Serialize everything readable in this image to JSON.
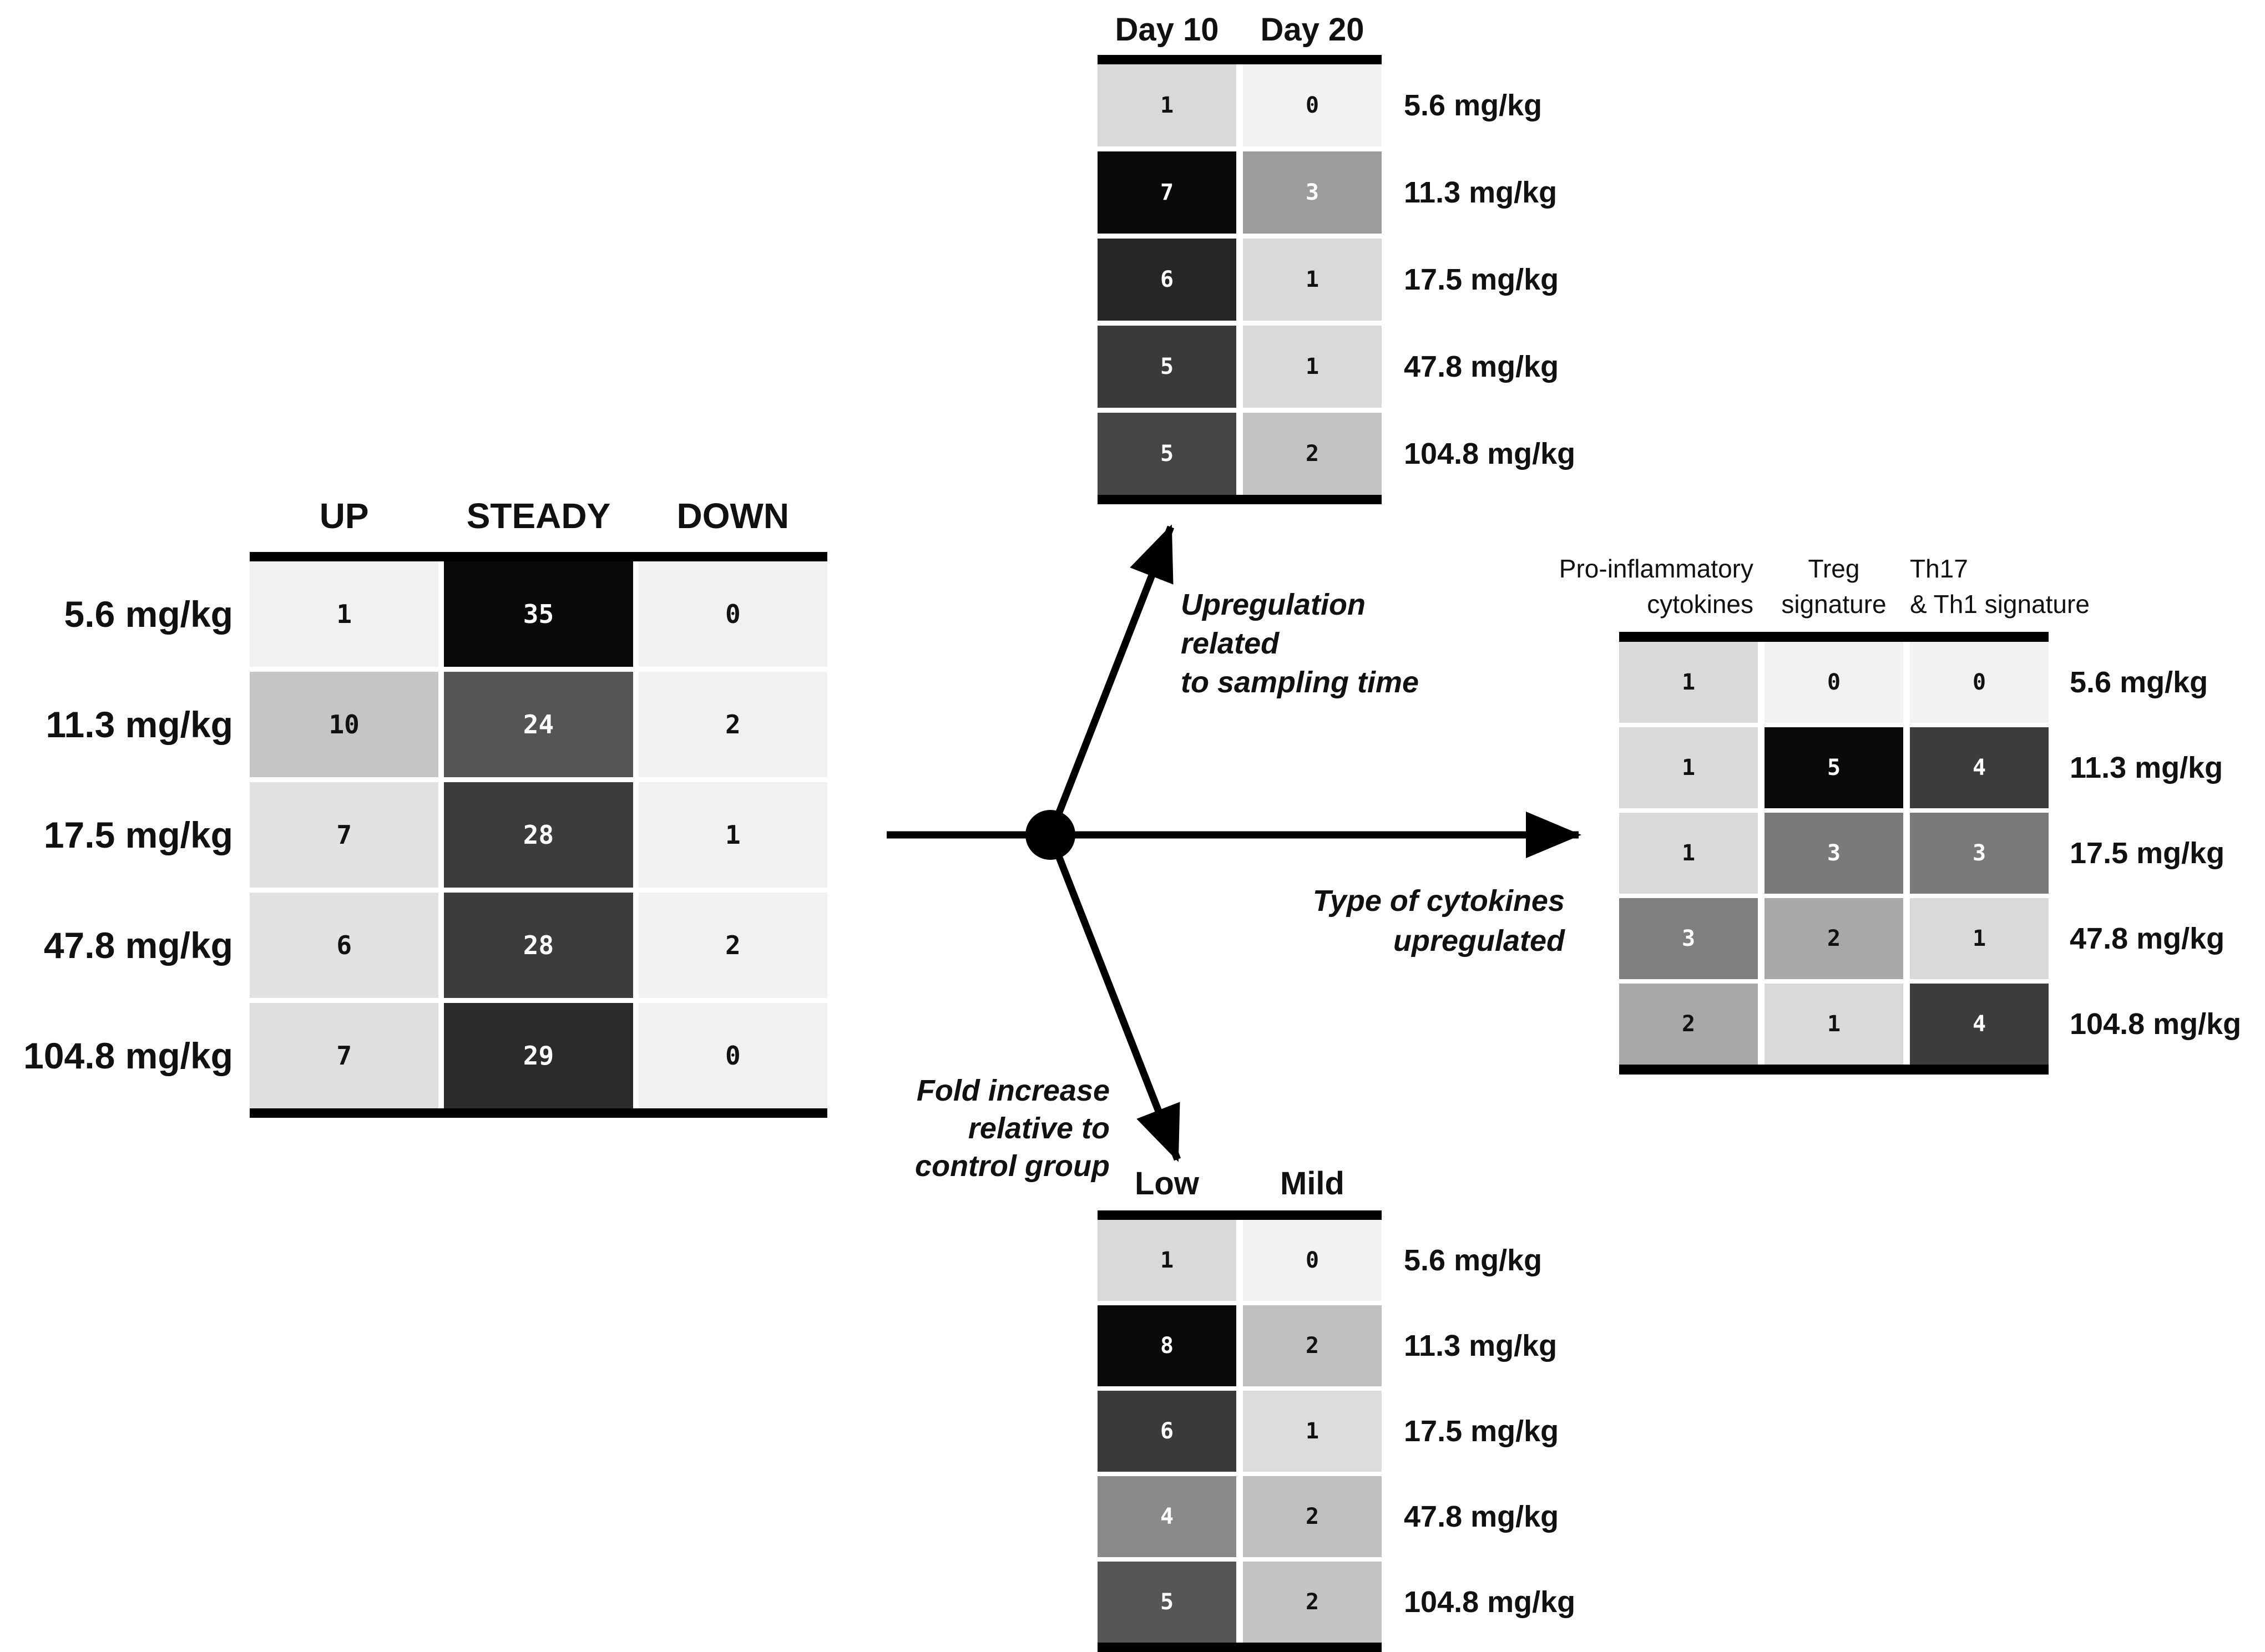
{
  "figure": {
    "background": "#ffffff",
    "line_color": "#000000"
  },
  "annotations": {
    "upregulation_label": "Upregulation\nrelated\nto sampling time",
    "type_label": "Type of cytokines\nupregulated",
    "fold_label": "Fold increase\nrelative to\ncontrol group"
  },
  "chart_data": [
    {
      "id": "expression-regulation",
      "type": "heatmap",
      "columns": [
        "UP",
        "STEADY",
        "DOWN"
      ],
      "rows": [
        "5.6 mg/kg",
        "11.3 mg/kg",
        "17.5 mg/kg",
        "47.8 mg/kg",
        "104.8 mg/kg"
      ],
      "values": [
        [
          1,
          35,
          0
        ],
        [
          10,
          24,
          2
        ],
        [
          7,
          28,
          1
        ],
        [
          6,
          28,
          2
        ],
        [
          7,
          29,
          0
        ]
      ],
      "cell_colors": [
        [
          "#f1f1f1",
          "#0a0a0a",
          "#f1f1f1"
        ],
        [
          "#c5c5c5",
          "#555555",
          "#f1f1f1"
        ],
        [
          "#e2e2e2",
          "#3c3c3c",
          "#f1f1f1"
        ],
        [
          "#e2e2e2",
          "#3c3c3c",
          "#f1f1f1"
        ],
        [
          "#dfdfdf",
          "#2b2b2b",
          "#f1f1f1"
        ]
      ]
    },
    {
      "id": "upregulation-by-sampling-time",
      "type": "heatmap",
      "columns": [
        "Day 10",
        "Day 20"
      ],
      "rows": [
        "5.6 mg/kg",
        "11.3 mg/kg",
        "17.5 mg/kg",
        "47.8 mg/kg",
        "104.8 mg/kg"
      ],
      "values": [
        [
          1,
          0
        ],
        [
          7,
          3
        ],
        [
          6,
          1
        ],
        [
          5,
          1
        ],
        [
          5,
          2
        ]
      ],
      "cell_colors": [
        [
          "#d9d9d9",
          "#f2f2f2"
        ],
        [
          "#0a0a0a",
          "#9c9c9c"
        ],
        [
          "#262626",
          "#d9d9d9"
        ],
        [
          "#3a3a3a",
          "#d9d9d9"
        ],
        [
          "#454545",
          "#c3c3c3"
        ]
      ]
    },
    {
      "id": "type-of-cytokines-upregulated",
      "type": "heatmap",
      "columns": [
        "Pro-inflammatory\ncytokines",
        "Treg\nsignature",
        "Th17\n& Th1 signature"
      ],
      "rows": [
        "5.6 mg/kg",
        "11.3 mg/kg",
        "17.5 mg/kg",
        "47.8 mg/kg",
        "104.8 mg/kg"
      ],
      "values": [
        [
          1,
          0,
          0
        ],
        [
          1,
          5,
          4
        ],
        [
          1,
          3,
          3
        ],
        [
          3,
          2,
          1
        ],
        [
          2,
          1,
          4
        ]
      ],
      "cell_colors": [
        [
          "#d9d9d9",
          "#f2f2f2",
          "#f2f2f2"
        ],
        [
          "#d9d9d9",
          "#0a0a0a",
          "#3c3c3c"
        ],
        [
          "#d9d9d9",
          "#7a7a7a",
          "#7a7a7a"
        ],
        [
          "#7f7f7f",
          "#a8a8a8",
          "#d9d9d9"
        ],
        [
          "#a8a8a8",
          "#d9d9d9",
          "#3c3c3c"
        ]
      ]
    },
    {
      "id": "fold-increase-vs-control",
      "type": "heatmap",
      "columns": [
        "Low",
        "Mild"
      ],
      "rows": [
        "5.6 mg/kg",
        "11.3 mg/kg",
        "17.5 mg/kg",
        "47.8 mg/kg",
        "104.8 mg/kg"
      ],
      "values": [
        [
          1,
          0
        ],
        [
          8,
          2
        ],
        [
          6,
          1
        ],
        [
          4,
          2
        ],
        [
          5,
          2
        ]
      ],
      "cell_colors": [
        [
          "#d9d9d9",
          "#f2f2f2"
        ],
        [
          "#0a0a0a",
          "#bfbfbf"
        ],
        [
          "#3a3a3a",
          "#dcdcdc"
        ],
        [
          "#8a8a8a",
          "#bfbfbf"
        ],
        [
          "#565656",
          "#c3c3c3"
        ]
      ]
    }
  ]
}
